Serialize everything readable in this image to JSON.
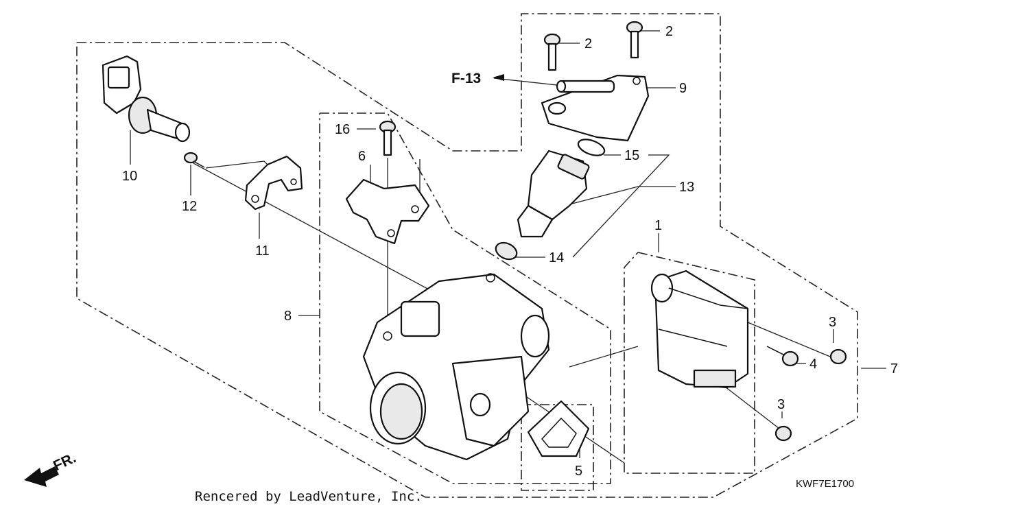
{
  "diagram": {
    "callouts": [
      {
        "id": "callout-1",
        "text": "1"
      },
      {
        "id": "callout-2a",
        "text": "2"
      },
      {
        "id": "callout-2b",
        "text": "2"
      },
      {
        "id": "callout-3a",
        "text": "3"
      },
      {
        "id": "callout-3b",
        "text": "3"
      },
      {
        "id": "callout-4",
        "text": "4"
      },
      {
        "id": "callout-5",
        "text": "5"
      },
      {
        "id": "callout-6",
        "text": "6"
      },
      {
        "id": "callout-7",
        "text": "7"
      },
      {
        "id": "callout-8",
        "text": "8"
      },
      {
        "id": "callout-9",
        "text": "9"
      },
      {
        "id": "callout-10",
        "text": "10"
      },
      {
        "id": "callout-11",
        "text": "11"
      },
      {
        "id": "callout-12",
        "text": "12"
      },
      {
        "id": "callout-13",
        "text": "13"
      },
      {
        "id": "callout-14",
        "text": "14"
      },
      {
        "id": "callout-15",
        "text": "15"
      },
      {
        "id": "callout-16",
        "text": "16"
      }
    ],
    "reference_label": "F-13",
    "direction_label": "FR.",
    "diagram_code": "KWF7E1700",
    "credit": "Rencered by LeadVenture, Inc."
  }
}
